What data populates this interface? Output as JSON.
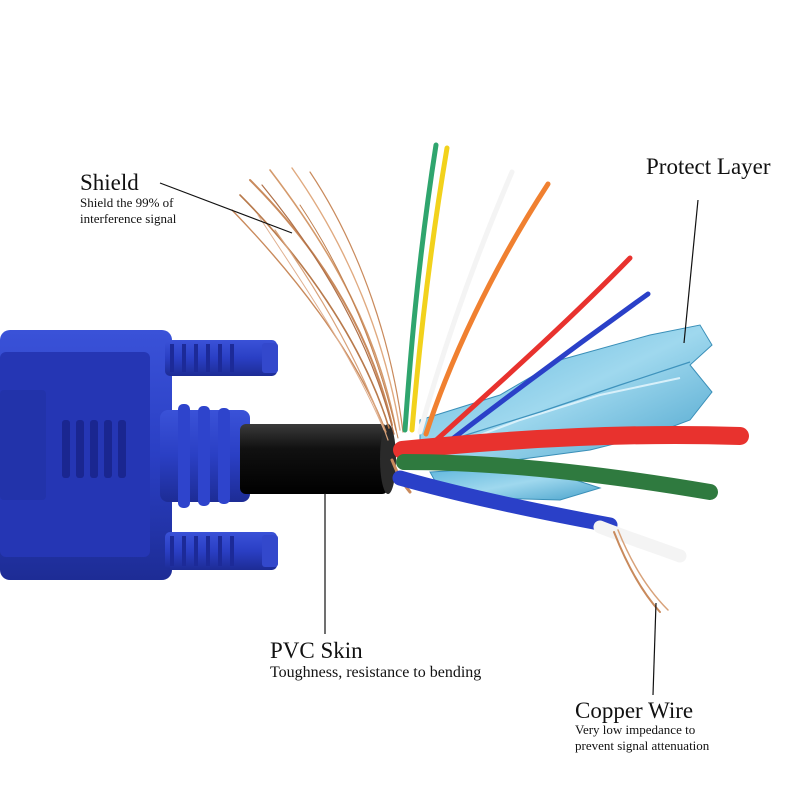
{
  "callouts": {
    "shield": {
      "title": "Shield",
      "lines": [
        "Shield the 99% of",
        "interference signal"
      ]
    },
    "protect_layer": {
      "title": "Protect Layer"
    },
    "pvc_skin": {
      "title": "PVC Skin",
      "desc": "Toughness, resistance to bending"
    },
    "copper_wire": {
      "title": "Copper Wire",
      "lines": [
        "Very low impedance to",
        "prevent signal attenuation"
      ]
    }
  },
  "colors": {
    "connector_blue": "#2a3fc4",
    "jacket_black": "#1a1a1a",
    "foil": "#7cc6e4",
    "copper": "#c98a5c",
    "wire_red": "#e8322e",
    "wire_green": "#2f7a3f",
    "wire_blue": "#2a40c8",
    "wire_orange": "#f08030",
    "wire_yellow": "#f2d21c",
    "wire_teal": "#2fa56e",
    "wire_white": "#f4f4f4"
  }
}
